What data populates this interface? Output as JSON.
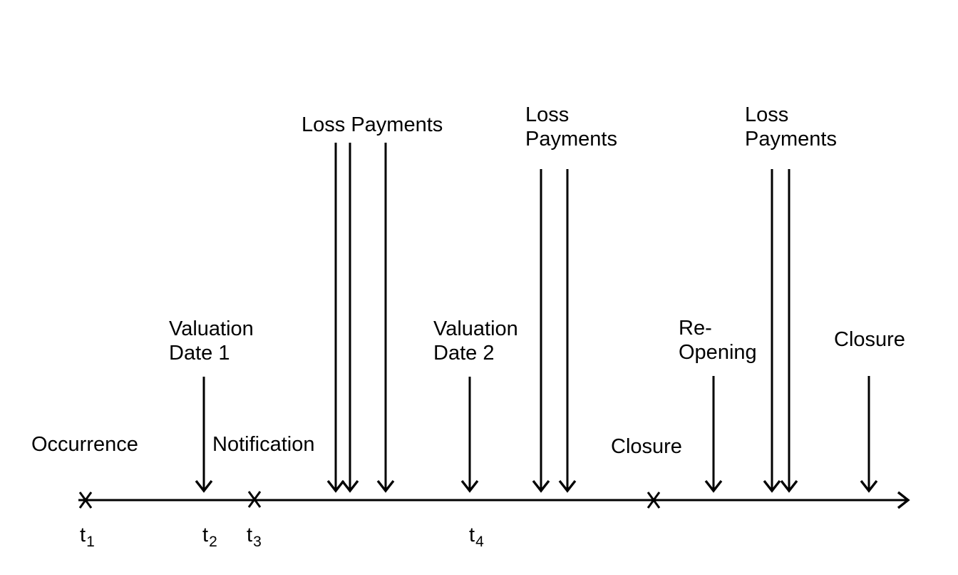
{
  "figure": {
    "colors": {
      "background": "#ffffff",
      "line": "#000000",
      "text": "#000000"
    },
    "labels": {
      "occurrence": "Occurrence",
      "notification": "Notification",
      "valuation_date_1": "Valuation\nDate 1",
      "valuation_date_2": "Valuation\nDate 2",
      "loss_payments_1": "Loss Payments",
      "loss_payments_2": "Loss\nPayments",
      "loss_payments_3": "Loss\nPayments",
      "closure_mid": "Closure",
      "re_opening": "Re-\nOpening",
      "closure_right": "Closure"
    },
    "ticks": [
      {
        "base": "t",
        "sub": "1"
      },
      {
        "base": "t",
        "sub": "2"
      },
      {
        "base": "t",
        "sub": "3"
      },
      {
        "base": "t",
        "sub": "4"
      }
    ]
  }
}
